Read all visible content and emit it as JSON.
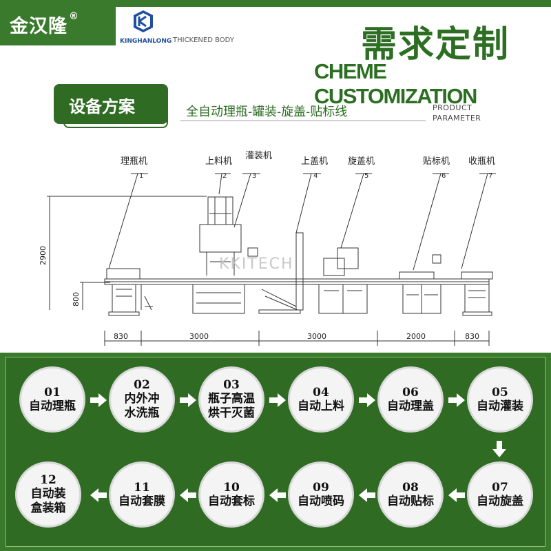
{
  "brand": {
    "name": "金汉隆",
    "reg": "®"
  },
  "logo": {
    "name": "KINGHANLONG",
    "tagline": "THICKENED BODY"
  },
  "title": {
    "cn": "需求定制",
    "en": "CHEME CUSTOMIZATION"
  },
  "solution": {
    "tag": "设备方案",
    "line": "全自动理瓶-罐装-旋盖-贴标线",
    "param1": "PRODUCT",
    "param2": "PARAMETER"
  },
  "diagram": {
    "machines": [
      "理瓶机",
      "上料机",
      "灌装机",
      "上盖机",
      "旋盖机",
      "贴标机",
      "收瓶机"
    ],
    "numbers": [
      "1",
      "2",
      "3",
      "4",
      "5",
      "6",
      "7"
    ],
    "height_total": "2900",
    "height_table": "800",
    "dims": [
      "830",
      "3000",
      "3000",
      "2000",
      "830"
    ],
    "watermark": "KKITECH"
  },
  "steps": [
    {
      "num": "01",
      "label": "自动理瓶"
    },
    {
      "num": "02",
      "label": "内外冲水洗瓶"
    },
    {
      "num": "03",
      "label": "瓶子高温烘干灭菌"
    },
    {
      "num": "04",
      "label": "自动上料"
    },
    {
      "num": "06",
      "label": "自动理盖"
    },
    {
      "num": "05",
      "label": "自动灌装"
    },
    {
      "num": "07",
      "label": "自动旋盖"
    },
    {
      "num": "08",
      "label": "自动贴标"
    },
    {
      "num": "09",
      "label": "自动喷码"
    },
    {
      "num": "10",
      "label": "自动套标"
    },
    {
      "num": "11",
      "label": "自动套膜"
    },
    {
      "num": "12",
      "label": "自动装盒装箱"
    }
  ],
  "colors": {
    "green": "#3a7a2c",
    "dark_green": "#2f6b23",
    "title_green": "#2c6e22"
  }
}
